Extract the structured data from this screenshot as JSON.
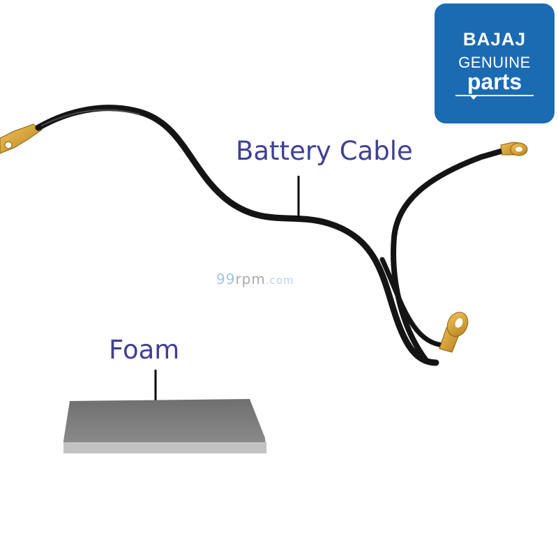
{
  "labels": {
    "battery_cable": "Battery Cable",
    "foam": "Foam"
  },
  "logo": {
    "brand": "BAJAJ",
    "line2": "GENUINE",
    "line3": "parts",
    "background": "#1b6bb3"
  },
  "watermark": {
    "part1": "99",
    "part2": "rpm",
    "part3": ".com"
  },
  "colors": {
    "label_text": "#3f3f95",
    "cable": "#141414",
    "terminal": "#d9a33a",
    "foam": "#7d7d7d"
  },
  "icons": [
    "battery-cable-image",
    "foam-pad-image",
    "bajaj-genuine-parts-logo"
  ]
}
